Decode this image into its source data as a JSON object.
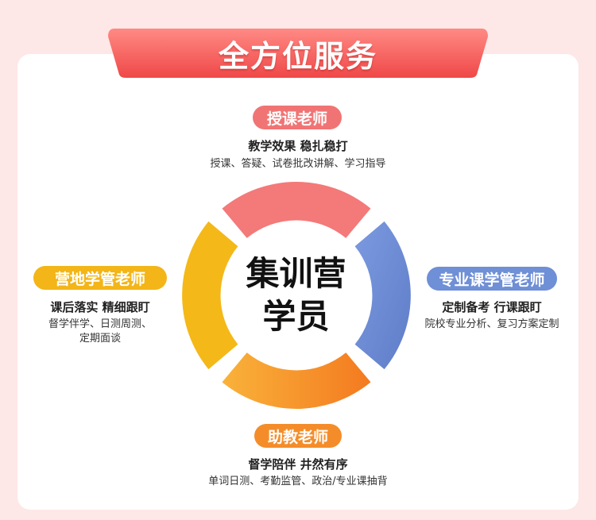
{
  "title": "全方位服务",
  "center": {
    "line1": "集训营",
    "line2": "学员"
  },
  "roles": {
    "top": {
      "label": "授课老师",
      "headline": "教学效果 稳扎稳打",
      "details": [
        "授课、答疑、试卷批改讲解、学习指导"
      ],
      "color": "#f17474"
    },
    "right": {
      "label": "专业课学管老师",
      "headline": "定制备考 行课跟盯",
      "details": [
        "院校专业分析、复习方案定制"
      ],
      "color": "#6f8fd6"
    },
    "bottom": {
      "label": "助教老师",
      "headline": "督学陪伴 井然有序",
      "details": [
        "单词日测、考勤监管、政治/专业课抽背"
      ],
      "color": "#f48d29"
    },
    "left": {
      "label": "营地学管老师",
      "headline": "课后落实 精细跟盯",
      "details": [
        "督学伴学、日测周测、",
        "定期面谈"
      ],
      "color": "#f3b517"
    }
  },
  "colors": {
    "banner": "#f25a5a",
    "background": "#fde7e7"
  }
}
